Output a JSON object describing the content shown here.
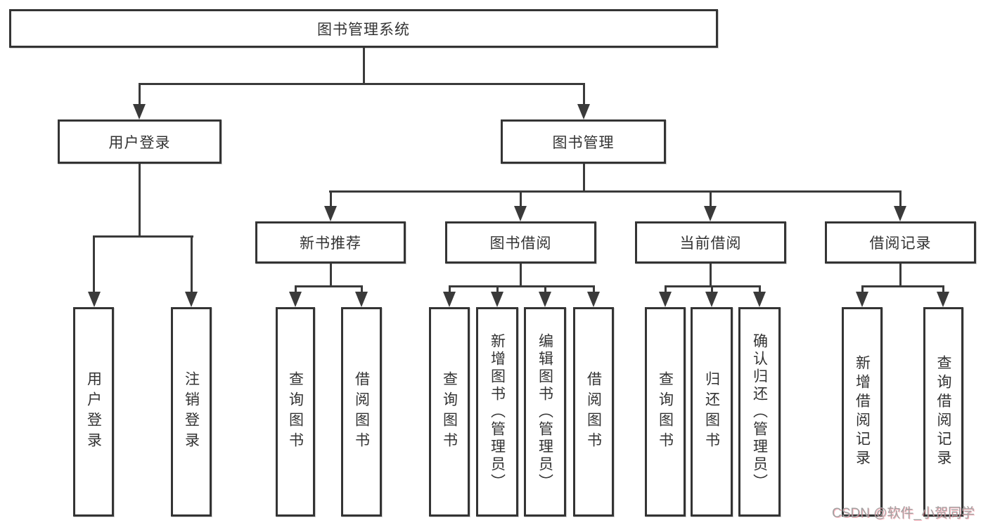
{
  "diagram_title": "图书管理系统",
  "nodes": {
    "root": "图书管理系统",
    "user_login": "用户登录",
    "book_mgmt": "图书管理",
    "new_books": "新书推荐",
    "book_borrow": "图书借阅",
    "current_borrow": "当前借阅",
    "borrow_records": "借阅记录",
    "leaves": {
      "ul_login": "用户登录",
      "ul_logout": "注销登录",
      "nb_query": "查询图书",
      "nb_borrow": "借阅图书",
      "bb_query": "查询图书",
      "bb_add": "新增图书（管理员）",
      "bb_edit": "编辑图书（管理员）",
      "bb_borrow": "借阅图书",
      "cb_query": "查询图书",
      "cb_return": "归还图书",
      "cb_confirm": "确认归还（管理员）",
      "br_add": "新增借阅记录",
      "br_query": "查询借阅记录"
    }
  },
  "watermark": "CSDN @软件_小贺同学",
  "colors": {
    "line": "#3a3a3a",
    "border": "#343434",
    "text": "#333333",
    "background": "#ffffff",
    "watermark_gray": "#a2a2a2",
    "watermark_pink": "#fa6478"
  }
}
